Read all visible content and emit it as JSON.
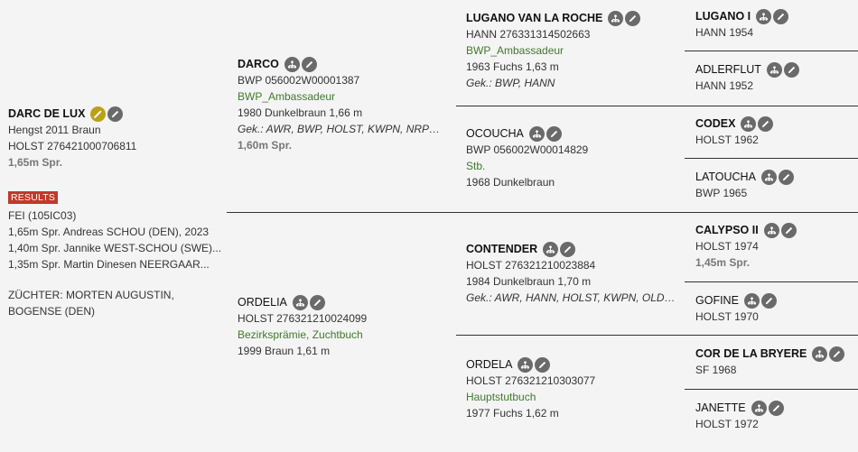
{
  "subject": {
    "name": "DARC DE LUX",
    "line1": "Hengst 2011 Braun",
    "line2": "HOLST 276421000706811",
    "line3": "1,65m Spr.",
    "results_label": "RESULTS",
    "results": [
      "FEI (105IC03)",
      "1,65m Spr. Andreas SCHOU (DEN), 2023",
      "1,40m Spr. Jannike WEST-SCHOU (SWE)...",
      "1,35m Spr. Martin Dinesen NEERGAAR..."
    ],
    "breeder1": "ZÜCHTER: MORTEN AUGUSTIN,",
    "breeder2": "BOGENSE (DEN)"
  },
  "sire": {
    "name": "DARCO",
    "line1": "BWP 056002W00001387",
    "line2": "BWP_Ambassadeur",
    "line3": "1980 Dunkelbraun 1,66 m",
    "line4": "Gek.: AWR, BWP, HOLST, KWPN, NRPS, OL...",
    "line5": "1,60m Spr."
  },
  "dam": {
    "name": "ORDELIA",
    "line1": "HOLST 276321210024099",
    "line2": "Bezirksprämie, Zuchtbuch",
    "line3": "1999 Braun 1,61 m"
  },
  "gen3": [
    {
      "name": "LUGANO VAN LA ROCHE",
      "line1": "HANN 276331314502663",
      "line2": "BWP_Ambassadeur",
      "line3": "1963 Fuchs 1,63 m",
      "line4": "Gek.: BWP, HANN"
    },
    {
      "name": "OCOUCHA",
      "line1": "BWP 056002W00014829",
      "line2": "Stb.",
      "line3": "1968 Dunkelbraun"
    },
    {
      "name": "CONTENDER",
      "line1": "HOLST 276321210023884",
      "line3": "1984 Dunkelbraun 1,70 m",
      "line4": "Gek.: AWR, HANN, HOLST, KWPN, OLDBG,..."
    },
    {
      "name": "ORDELA",
      "line1": "HOLST 276321210303077",
      "line2": "Hauptstutbuch",
      "line3": "1977 Fuchs 1,62 m"
    }
  ],
  "gen4": [
    {
      "name": "LUGANO I",
      "line1": "HANN 1954"
    },
    {
      "name": "ADLERFLUT",
      "line1": "HANN 1952"
    },
    {
      "name": "CODEX",
      "line1": "HOLST 1962"
    },
    {
      "name": "LATOUCHA",
      "line1": "BWP 1965"
    },
    {
      "name": "CALYPSO II",
      "line1": "HOLST 1974",
      "line2": "1,45m Spr."
    },
    {
      "name": "GOFINE",
      "line1": "HOLST 1970"
    },
    {
      "name": "COR DE LA BRYERE",
      "line1": "SF 1968"
    },
    {
      "name": "JANETTE",
      "line1": "HOLST 1972"
    }
  ],
  "icons": {
    "pedigree": "pedigree-tree-icon",
    "edit": "pencil-edit-icon"
  },
  "colors": {
    "link_green": "#3e7a2a",
    "badge_red": "#c0392b",
    "icon_grey": "#6a6a6a",
    "icon_gold": "#b9a21a"
  }
}
